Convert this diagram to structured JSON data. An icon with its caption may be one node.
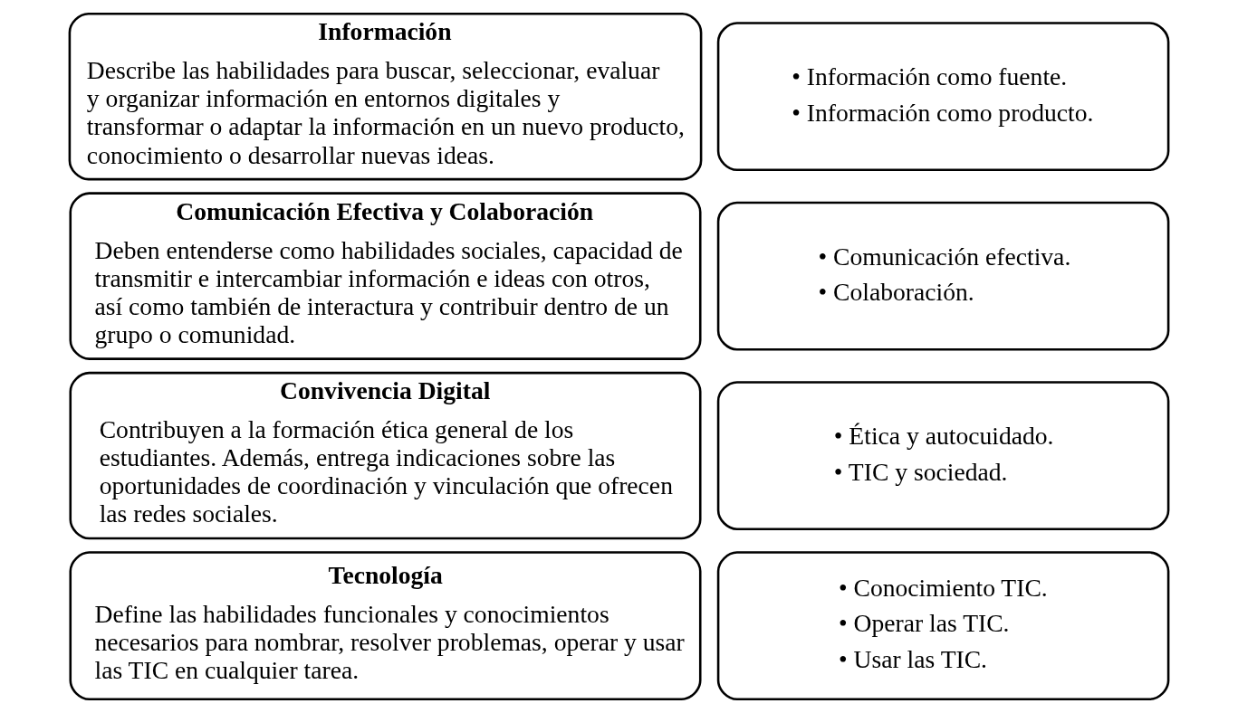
{
  "diagram": {
    "nodes": [
      {
        "text": [
          "Información",
          "Describe las habilidades para buscar, seleccionar, evaluar y organizar información en entornos digitales y transformar o adaptar la información en un nuevo producto, conocimiento o desarrollar nuevas ideas."
        ]
      },
      {
        "text": [
          "• Información como fuente.",
          "• Información como producto."
        ]
      },
      {
        "text": [
          "Comunicación Efectiva y Colaboración",
          "Deben entenderse como habilidades sociales, capacidad de transmitir e intercambiar información e ideas con otros, así como también de interactura y contribuir dentro de un grupo o comunidad."
        ]
      },
      {
        "text": [
          "• Comunicación efectiva.",
          "• Colaboración."
        ]
      },
      {
        "text": [
          "Convivencia Digital",
          "Contribuyen a la formación ética general de los estudiantes. Además, entrega indicaciones sobre las oportunidades de coordinación y vinculación que ofrecen las redes sociales."
        ]
      },
      {
        "text": [
          "• Ética y autocuidado.",
          "• TIC y sociedad."
        ]
      },
      {
        "text": [
          "Tecnología",
          "Define las habilidades funcionales y conocimientos necesarios para nombrar, resolver problemas, operar y usar las TIC en cualquier tarea."
        ]
      },
      {
        "text": [
          "• Conocimiento TIC.",
          "• Operar las TIC.",
          "• Usar las TIC."
        ]
      }
    ],
    "edges": []
  }
}
